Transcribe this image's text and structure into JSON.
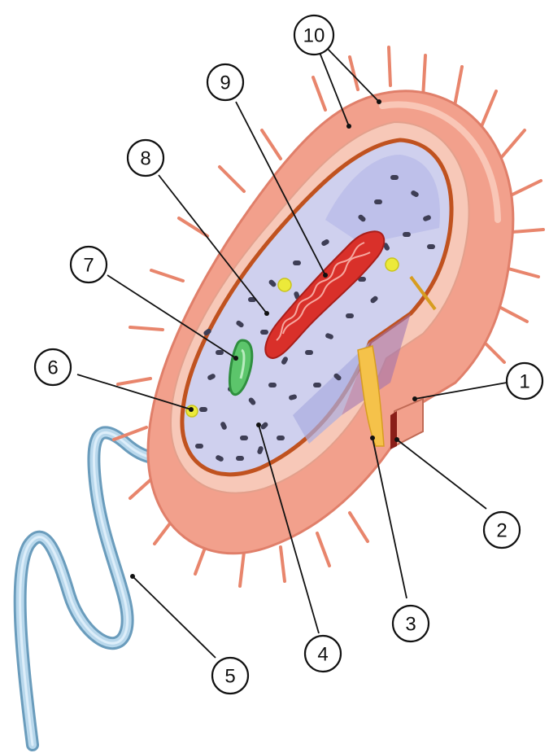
{
  "labels": [
    {
      "id": "1",
      "text": "1"
    },
    {
      "id": "2",
      "text": "2"
    },
    {
      "id": "3",
      "text": "3"
    },
    {
      "id": "4",
      "text": "4"
    },
    {
      "id": "5",
      "text": "5"
    },
    {
      "id": "6",
      "text": "6"
    },
    {
      "id": "7",
      "text": "7"
    },
    {
      "id": "8",
      "text": "8"
    },
    {
      "id": "9",
      "text": "9"
    },
    {
      "id": "10",
      "text": "10"
    }
  ],
  "colors": {
    "capsule": "#f2a08c",
    "capsule_edge": "#e07f6a",
    "pili": "#e8856c",
    "cell_wall": "#f7c8b8",
    "membrane": "#c0521f",
    "cytoplasm": "#cfd0ee",
    "cut_face": "#b9bce8",
    "ribosome": "#3e3e55",
    "nucleoid": "#d9302a",
    "plasmid": "#5cc56b",
    "granule": "#ecea3a",
    "flagellum": "#9ec6e0",
    "flagellum_edge": "#6a9cbc",
    "channel": "#f5c24a"
  }
}
